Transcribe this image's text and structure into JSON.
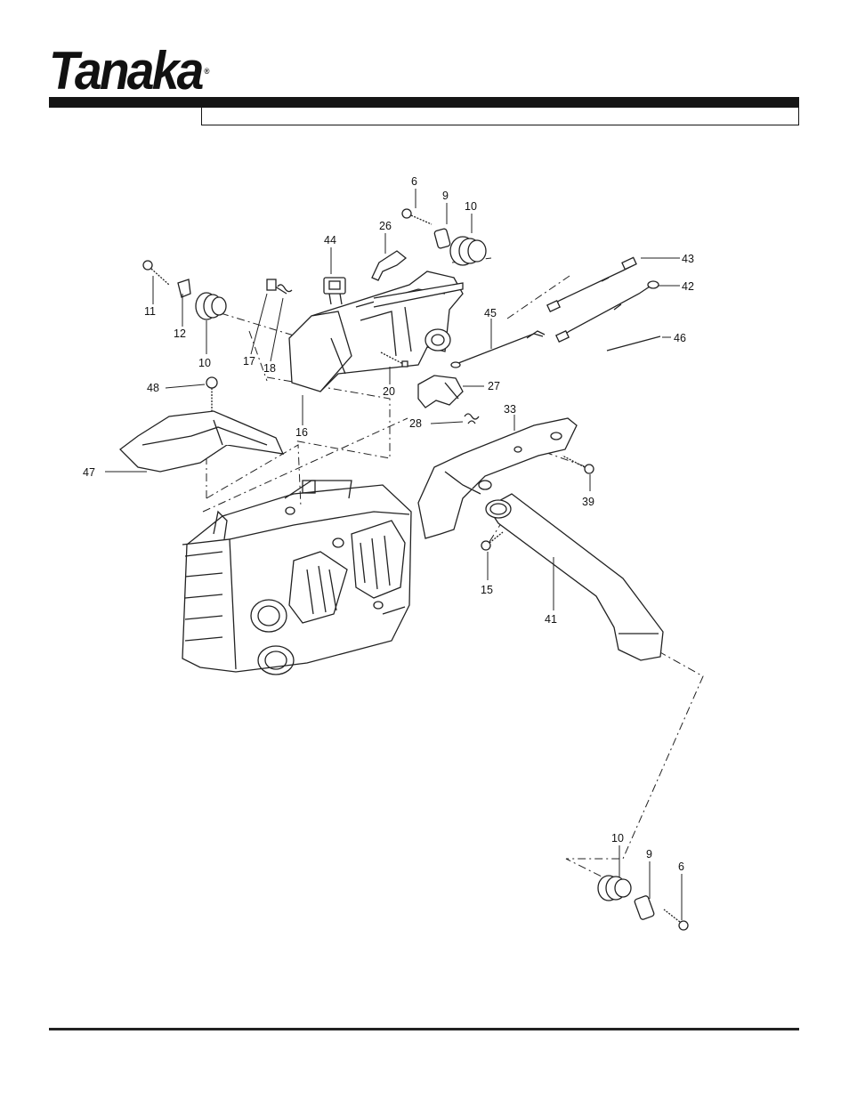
{
  "brand": {
    "logo_text": "Tanaka",
    "trademark": "®"
  },
  "diagram": {
    "part_labels": {
      "p6_top": "6",
      "p9_top": "9",
      "p10_top": "10",
      "p43": "43",
      "p42": "42",
      "p44": "44",
      "p26": "26",
      "p45": "45",
      "p46": "46",
      "p11": "11",
      "p12": "12",
      "p10_left": "10",
      "p17": "17",
      "p18": "18",
      "p20": "20",
      "p27": "27",
      "p48": "48",
      "p16": "16",
      "p28": "28",
      "p33": "33",
      "p47": "47",
      "p39": "39",
      "p15": "15",
      "p41": "41",
      "p10_bottom": "10",
      "p9_bottom": "9",
      "p6_bottom": "6"
    }
  }
}
